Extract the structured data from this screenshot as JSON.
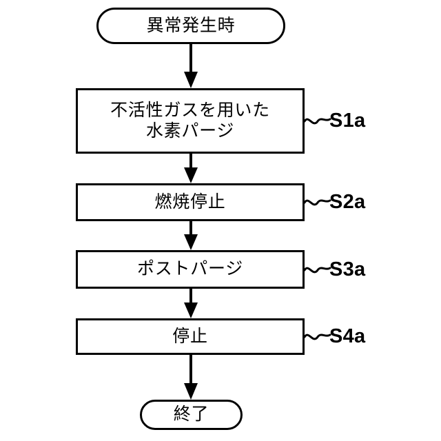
{
  "diagram": {
    "type": "flowchart",
    "orientation": "vertical",
    "language": "ja",
    "line_color": "#000000",
    "fill_color": "#ffffff",
    "start": {
      "shape": "terminal",
      "text": "異常発生時"
    },
    "end": {
      "shape": "terminal",
      "text": "終了"
    },
    "steps": [
      {
        "tag": "S1a",
        "shape": "process",
        "text": "不活性ガスを用いた\n水素パージ"
      },
      {
        "tag": "S2a",
        "shape": "process",
        "text": "燃焼停止"
      },
      {
        "tag": "S3a",
        "shape": "process",
        "text": "ポストパージ"
      },
      {
        "tag": "S4a",
        "shape": "process",
        "text": "停止"
      }
    ]
  }
}
